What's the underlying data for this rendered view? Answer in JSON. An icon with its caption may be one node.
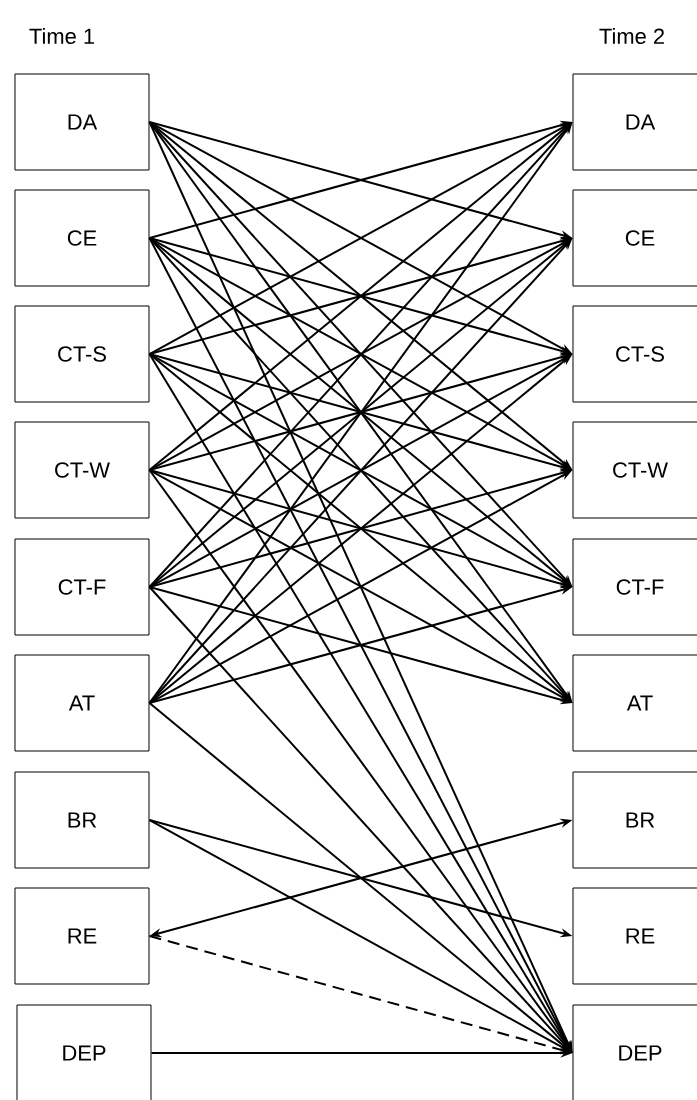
{
  "diagram": {
    "nodes": [
      {
        "text": [
          "DA"
        ]
      },
      {
        "text": [
          "CE"
        ]
      },
      {
        "text": [
          "CT-S"
        ]
      },
      {
        "text": [
          "CT-W"
        ]
      },
      {
        "text": [
          "CT-F"
        ]
      },
      {
        "text": [
          "AT"
        ]
      },
      {
        "text": [
          "BR"
        ]
      },
      {
        "text": [
          "RE"
        ]
      },
      {
        "text": [
          "DEP"
        ]
      },
      {
        "text": [
          "DA"
        ]
      },
      {
        "text": [
          "CE"
        ]
      },
      {
        "text": [
          "CT-S"
        ]
      },
      {
        "text": [
          "CT-W"
        ]
      },
      {
        "text": [
          "CT-F"
        ]
      },
      {
        "text": [
          "AT"
        ]
      },
      {
        "text": [
          "BR"
        ]
      },
      {
        "text": [
          "RE"
        ]
      },
      {
        "text": [
          "DEP"
        ]
      }
    ],
    "edges": [
      {
        "from": 0,
        "to": 10,
        "arrow": "to"
      },
      {
        "from": 0,
        "to": 11,
        "arrow": "to"
      },
      {
        "from": 0,
        "to": 12,
        "arrow": "to"
      },
      {
        "from": 0,
        "to": 13,
        "arrow": "to"
      },
      {
        "from": 0,
        "to": 14,
        "arrow": "to"
      },
      {
        "from": 0,
        "to": 17,
        "arrow": "to"
      },
      {
        "from": 1,
        "to": 9,
        "arrow": "to"
      },
      {
        "from": 1,
        "to": 11,
        "arrow": "to"
      },
      {
        "from": 1,
        "to": 12,
        "arrow": "to"
      },
      {
        "from": 1,
        "to": 13,
        "arrow": "to"
      },
      {
        "from": 1,
        "to": 14,
        "arrow": "to"
      },
      {
        "from": 1,
        "to": 17,
        "arrow": "to"
      },
      {
        "from": 2,
        "to": 9,
        "arrow": "to"
      },
      {
        "from": 2,
        "to": 10,
        "arrow": "to"
      },
      {
        "from": 2,
        "to": 12,
        "arrow": "to"
      },
      {
        "from": 2,
        "to": 13,
        "arrow": "to"
      },
      {
        "from": 2,
        "to": 14,
        "arrow": "to"
      },
      {
        "from": 2,
        "to": 17,
        "arrow": "to"
      },
      {
        "from": 3,
        "to": 9,
        "arrow": "to"
      },
      {
        "from": 3,
        "to": 10,
        "arrow": "to"
      },
      {
        "from": 3,
        "to": 11,
        "arrow": "to"
      },
      {
        "from": 3,
        "to": 13,
        "arrow": "to"
      },
      {
        "from": 3,
        "to": 14,
        "arrow": "to"
      },
      {
        "from": 3,
        "to": 17,
        "arrow": "to"
      },
      {
        "from": 4,
        "to": 9,
        "arrow": "to"
      },
      {
        "from": 4,
        "to": 10,
        "arrow": "to"
      },
      {
        "from": 4,
        "to": 11,
        "arrow": "to"
      },
      {
        "from": 4,
        "to": 12,
        "arrow": "to"
      },
      {
        "from": 4,
        "to": 14,
        "arrow": "to"
      },
      {
        "from": 4,
        "to": 17,
        "arrow": "to"
      },
      {
        "from": 5,
        "to": 9,
        "arrow": "to"
      },
      {
        "from": 5,
        "to": 10,
        "arrow": "to"
      },
      {
        "from": 5,
        "to": 11,
        "arrow": "to"
      },
      {
        "from": 5,
        "to": 12,
        "arrow": "to"
      },
      {
        "from": 5,
        "to": 13,
        "arrow": "to"
      },
      {
        "from": 5,
        "to": 17,
        "arrow": "to"
      },
      {
        "from": 6,
        "to": 16,
        "arrow": "to"
      },
      {
        "from": 6,
        "to": 17,
        "arrow": "to"
      },
      {
        "from": 7,
        "to": 15,
        "arrow": "both"
      },
      {
        "from": 7,
        "to": 17,
        "arrow": "to",
        "style": "dashed"
      },
      {
        "from": 8,
        "to": 17,
        "arrow": "to"
      }
    ],
    "labels": [
      "Time 1",
      "Time 2"
    ]
  }
}
